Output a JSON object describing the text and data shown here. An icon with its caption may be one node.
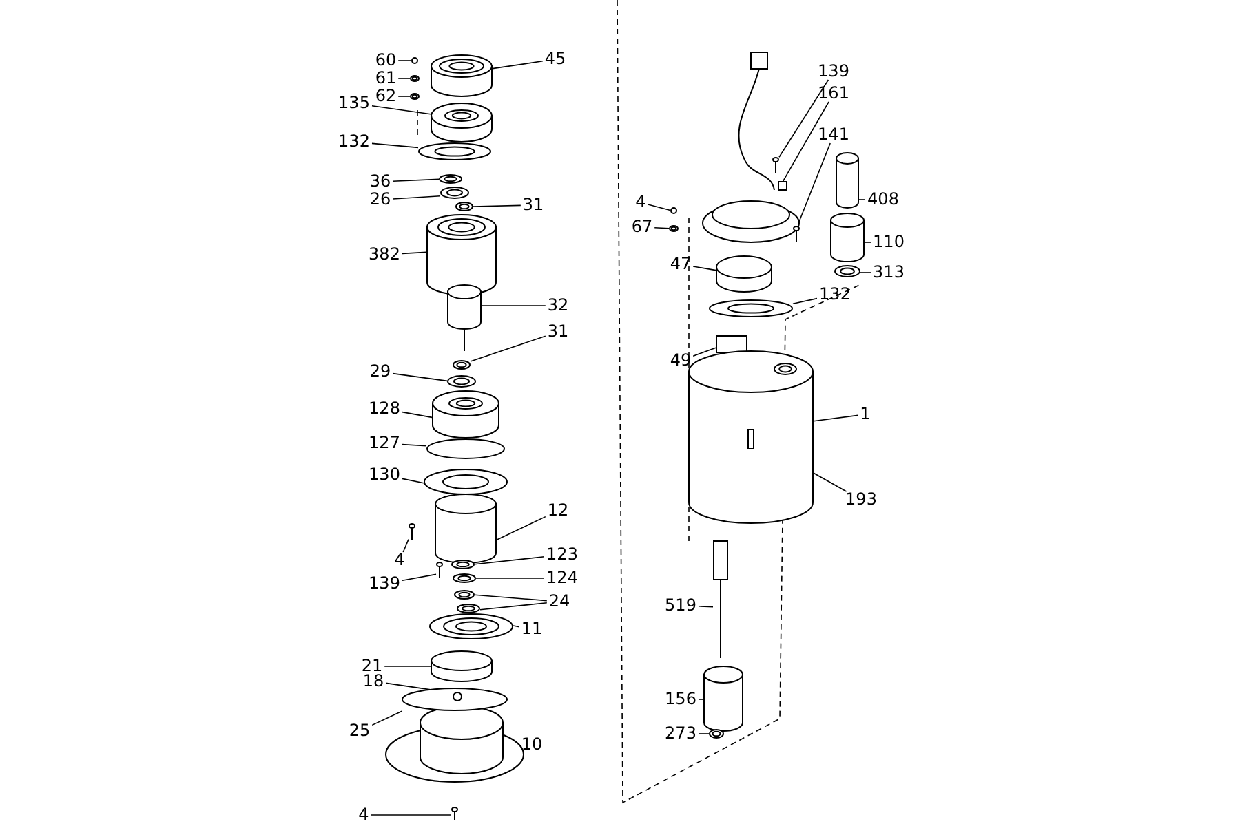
{
  "diagram": {
    "nodes": [
      {
        "text": [
          "60"
        ]
      },
      {
        "text": [
          "61"
        ]
      },
      {
        "text": [
          "62"
        ]
      },
      {
        "text": [
          "45"
        ]
      },
      {
        "text": [
          "135"
        ]
      },
      {
        "text": [
          "132"
        ]
      },
      {
        "text": [
          "36"
        ]
      },
      {
        "text": [
          "26"
        ]
      },
      {
        "text": [
          "31"
        ]
      },
      {
        "text": [
          "382"
        ]
      },
      {
        "text": [
          "32"
        ]
      },
      {
        "text": [
          "31"
        ]
      },
      {
        "text": [
          "29"
        ]
      },
      {
        "text": [
          "128"
        ]
      },
      {
        "text": [
          "127"
        ]
      },
      {
        "text": [
          "130"
        ]
      },
      {
        "text": [
          "12"
        ]
      },
      {
        "text": [
          "4"
        ]
      },
      {
        "text": [
          "123"
        ]
      },
      {
        "text": [
          "139"
        ]
      },
      {
        "text": [
          "124"
        ]
      },
      {
        "text": [
          "24"
        ]
      },
      {
        "text": [
          "11"
        ]
      },
      {
        "text": [
          "21"
        ]
      },
      {
        "text": [
          "18"
        ]
      },
      {
        "text": [
          "25"
        ]
      },
      {
        "text": [
          "4"
        ]
      },
      {
        "text": [
          "139"
        ]
      },
      {
        "text": [
          "161"
        ]
      },
      {
        "text": [
          "141"
        ]
      },
      {
        "text": [
          "4"
        ]
      },
      {
        "text": [
          "67"
        ]
      },
      {
        "text": [
          "408"
        ]
      },
      {
        "text": [
          "110"
        ]
      },
      {
        "text": [
          "47"
        ]
      },
      {
        "text": [
          "313"
        ]
      },
      {
        "text": [
          "132"
        ]
      },
      {
        "text": [
          "49"
        ]
      },
      {
        "text": [
          "1"
        ]
      },
      {
        "text": [
          "193"
        ]
      },
      {
        "text": [
          "519"
        ]
      },
      {
        "text": [
          "156"
        ]
      },
      {
        "text": [
          "273"
        ]
      },
      {
        "text": [],
        "shape": "circle"
      },
      {
        "text": [],
        "shape": "ring"
      },
      {
        "text": [],
        "shape": "ring"
      },
      {
        "text": [],
        "shape": "cylinder"
      },
      {
        "text": [],
        "shape": "cylinder"
      },
      {
        "text": [],
        "shape": "ring"
      },
      {
        "text": [],
        "shape": "ring"
      },
      {
        "text": [],
        "shape": "ring"
      },
      {
        "text": [],
        "shape": "ring"
      },
      {
        "text": [],
        "shape": "cylinder"
      },
      {
        "text": [],
        "shape": "cylinder"
      },
      {
        "text": [],
        "shape": "ring"
      },
      {
        "text": [],
        "shape": "ring"
      },
      {
        "text": [],
        "shape": "cylinder"
      },
      {
        "text": [],
        "shape": "disc"
      },
      {
        "text": [],
        "shape": "ring"
      },
      {
        "text": [],
        "shape": "cylinder"
      },
      {
        "text": [],
        "shape": "screw"
      },
      {
        "text": [],
        "shape": "ring"
      },
      {
        "text": [],
        "shape": "screw"
      },
      {
        "text": [],
        "shape": "ring"
      },
      {
        "text": [],
        "shape": "ring"
      },
      {
        "text": [],
        "shape": "ring"
      },
      {
        "text": [],
        "shape": "disc"
      },
      {
        "text": [],
        "shape": "cylinder"
      },
      {
        "text": [],
        "shape": "circle",
        "in": 69
      },
      {
        "text": [],
        "shape": "disc"
      },
      {
        "text": [],
        "shape": "screw"
      },
      {
        "text": [],
        "shape": "screw"
      },
      {
        "text": [],
        "shape": "box"
      },
      {
        "text": [],
        "shape": "screw"
      },
      {
        "text": [],
        "shape": "circle"
      },
      {
        "text": [],
        "shape": "ring"
      },
      {
        "text": [],
        "shape": "cylinder"
      },
      {
        "text": [],
        "shape": "cylinder"
      },
      {
        "text": [],
        "shape": "cylinder"
      },
      {
        "text": [],
        "shape": "ring"
      },
      {
        "text": [],
        "shape": "ring"
      },
      {
        "text": [],
        "shape": "box"
      },
      {
        "text": [],
        "shape": "cylinder"
      },
      {
        "text": [],
        "shape": "bar",
        "in": 82
      },
      {
        "text": [],
        "shape": "bar"
      },
      {
        "text": [],
        "shape": "cylinder"
      },
      {
        "text": [],
        "shape": "ring"
      }
    ],
    "edges": [
      {
        "from": 0,
        "to": 43,
        "arrow": "none"
      },
      {
        "from": 1,
        "to": 44,
        "arrow": "none"
      },
      {
        "from": 2,
        "to": 45,
        "arrow": "none"
      },
      {
        "from": 3,
        "to": 46,
        "arrow": "none"
      },
      {
        "from": 4,
        "to": 47,
        "arrow": "none"
      },
      {
        "from": 5,
        "to": 48,
        "arrow": "none"
      },
      {
        "from": 6,
        "to": 49,
        "arrow": "none"
      },
      {
        "from": 7,
        "to": 50,
        "arrow": "none"
      },
      {
        "from": 8,
        "to": 51,
        "arrow": "none"
      },
      {
        "from": 9,
        "to": 52,
        "arrow": "none"
      },
      {
        "from": 10,
        "to": 53,
        "arrow": "none"
      },
      {
        "from": 11,
        "to": 54,
        "arrow": "none"
      },
      {
        "from": 12,
        "to": 55,
        "arrow": "none"
      },
      {
        "from": 13,
        "to": 56,
        "arrow": "none"
      },
      {
        "from": 14,
        "to": 57,
        "arrow": "none"
      },
      {
        "from": 15,
        "to": 58,
        "arrow": "none"
      },
      {
        "from": 16,
        "to": 59,
        "arrow": "none"
      },
      {
        "from": 17,
        "to": 60,
        "arrow": "none"
      },
      {
        "from": 18,
        "to": 61,
        "arrow": "none"
      },
      {
        "from": 19,
        "to": 62,
        "arrow": "none"
      },
      {
        "from": 20,
        "to": 63,
        "arrow": "none"
      },
      {
        "from": 21,
        "to": 64,
        "arrow": "none"
      },
      {
        "from": 21,
        "to": 65,
        "arrow": "none"
      },
      {
        "from": 22,
        "to": 66,
        "arrow": "none"
      },
      {
        "from": 23,
        "to": 67,
        "arrow": "none"
      },
      {
        "from": 24,
        "to": 68,
        "arrow": "none"
      },
      {
        "from": 25,
        "to": 69,
        "arrow": "none"
      },
      {
        "from": 26,
        "to": 70,
        "arrow": "none"
      },
      {
        "from": 27,
        "to": 71,
        "arrow": "none"
      },
      {
        "from": 28,
        "to": 72,
        "arrow": "none"
      },
      {
        "from": 29,
        "to": 73,
        "arrow": "none"
      },
      {
        "from": 30,
        "to": 74,
        "arrow": "none"
      },
      {
        "from": 31,
        "to": 75,
        "arrow": "none"
      },
      {
        "from": 32,
        "to": 76,
        "arrow": "none"
      },
      {
        "from": 33,
        "to": 77,
        "arrow": "none"
      },
      {
        "from": 34,
        "to": 78,
        "arrow": "none"
      },
      {
        "from": 35,
        "to": 79,
        "arrow": "none"
      },
      {
        "from": 36,
        "to": 80,
        "arrow": "none"
      },
      {
        "from": 37,
        "to": 81,
        "arrow": "none"
      },
      {
        "from": 38,
        "to": 82,
        "arrow": "none"
      },
      {
        "from": 39,
        "to": 83,
        "arrow": "none"
      },
      {
        "from": 40,
        "to": 84,
        "arrow": "none"
      },
      {
        "from": 41,
        "to": 85,
        "arrow": "none"
      },
      {
        "from": 42,
        "to": 86,
        "arrow": "none"
      }
    ],
    "labels": [
      "10"
    ]
  }
}
